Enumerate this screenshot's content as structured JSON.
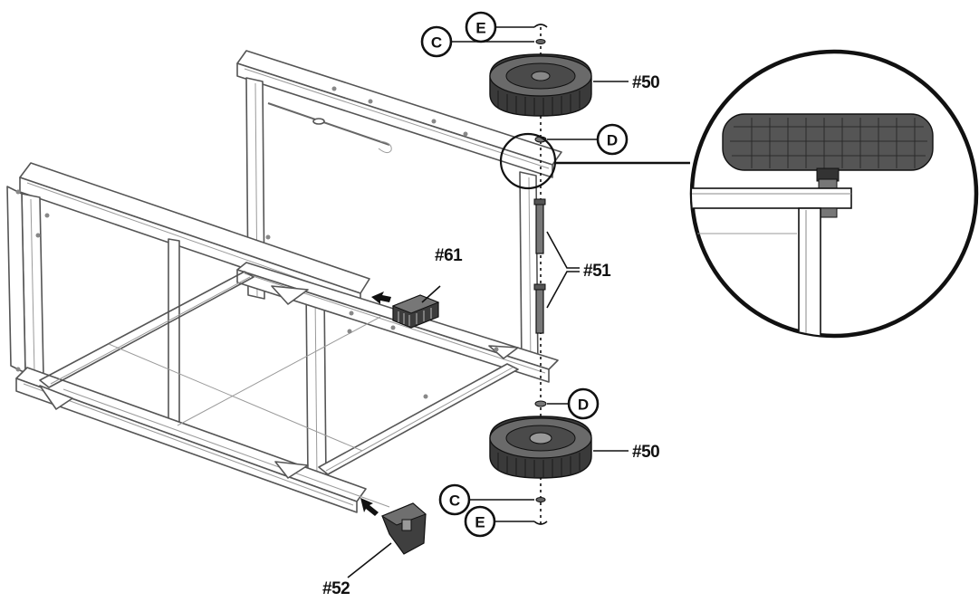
{
  "callouts": {
    "c": "C",
    "d": "D",
    "e": "E"
  },
  "parts": {
    "wheel": "#50",
    "axle": "#51",
    "foot": "#52",
    "cap": "#61"
  },
  "colors": {
    "line": "#111111",
    "frame": "#555555",
    "tire": "#3a3a3a",
    "background": "#ffffff"
  }
}
